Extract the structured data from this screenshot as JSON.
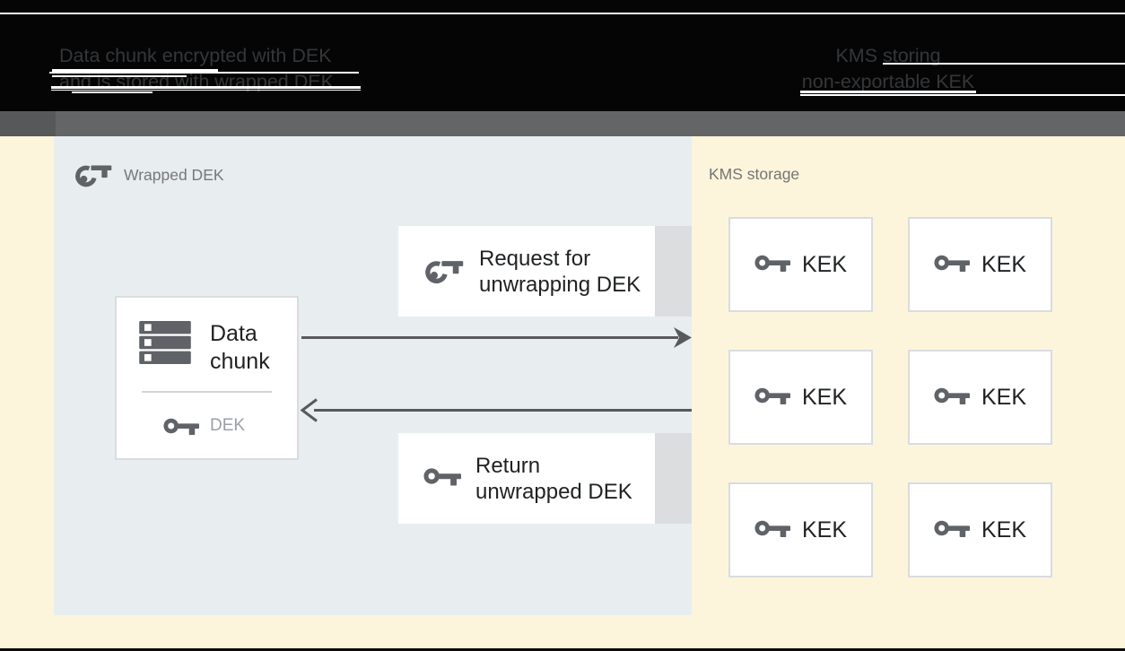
{
  "header": {
    "caption_left_line1": "Data chunk encrypted with DEK",
    "caption_left_line2": "and is stored with wrapped DEK",
    "caption_right_line1": "KMS storing",
    "caption_right_line2": "non-exportable KEK"
  },
  "wrapped_dek_panel": {
    "label": "Wrapped DEK",
    "data_chunk_card": {
      "title_line1": "Data",
      "title_line2": "chunk",
      "key_label": "DEK"
    },
    "request_box": {
      "line1": "Request for",
      "line2": "unwrapping DEK"
    },
    "return_box": {
      "line1": "Return",
      "line2": "unwrapped DEK"
    }
  },
  "kms_panel": {
    "label": "KMS storage",
    "kek_boxes": [
      {
        "label": "KEK"
      },
      {
        "label": "KEK"
      },
      {
        "label": "KEK"
      },
      {
        "label": "KEK"
      },
      {
        "label": "KEK"
      },
      {
        "label": "KEK"
      }
    ]
  },
  "icons": {
    "wrapped_dek_label": "key-outline-icon",
    "request_box": "key-outline-icon",
    "return_box": "key-solid-icon",
    "dek": "key-solid-icon",
    "kek": "key-solid-icon",
    "data_chunk": "server-stack-icon",
    "forward": "arrow-right-icon",
    "backward": "arrow-left-icon"
  },
  "colors": {
    "header_bg": "#050505",
    "header_text": "#34373a",
    "divider_band": "#646567",
    "panel_gray_blue": "#e8edf0",
    "panel_yellow": "#fcf5db",
    "card_border": "#d9dce0",
    "box_tail_gray": "#dcdddf",
    "icon_gray": "#5f6368",
    "text_dark": "#1f2123",
    "text_muted": "#757575",
    "dek_label_gray": "#9aa0a6",
    "arrow_gray": "#58595b"
  }
}
